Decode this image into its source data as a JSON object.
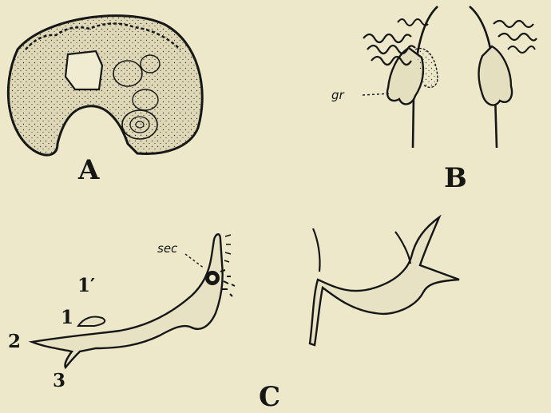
{
  "figure": {
    "panels": {
      "a": {
        "label": "A"
      },
      "b": {
        "label": "B",
        "annotation": "gr"
      },
      "c": {
        "label": "C",
        "annotation": "sec",
        "branch_labels": [
          "1′",
          "1",
          "2",
          "3"
        ]
      }
    },
    "colors": {
      "paper": "#ece8c9",
      "ink": "#161616",
      "stipple": "#3a3a3a"
    }
  }
}
